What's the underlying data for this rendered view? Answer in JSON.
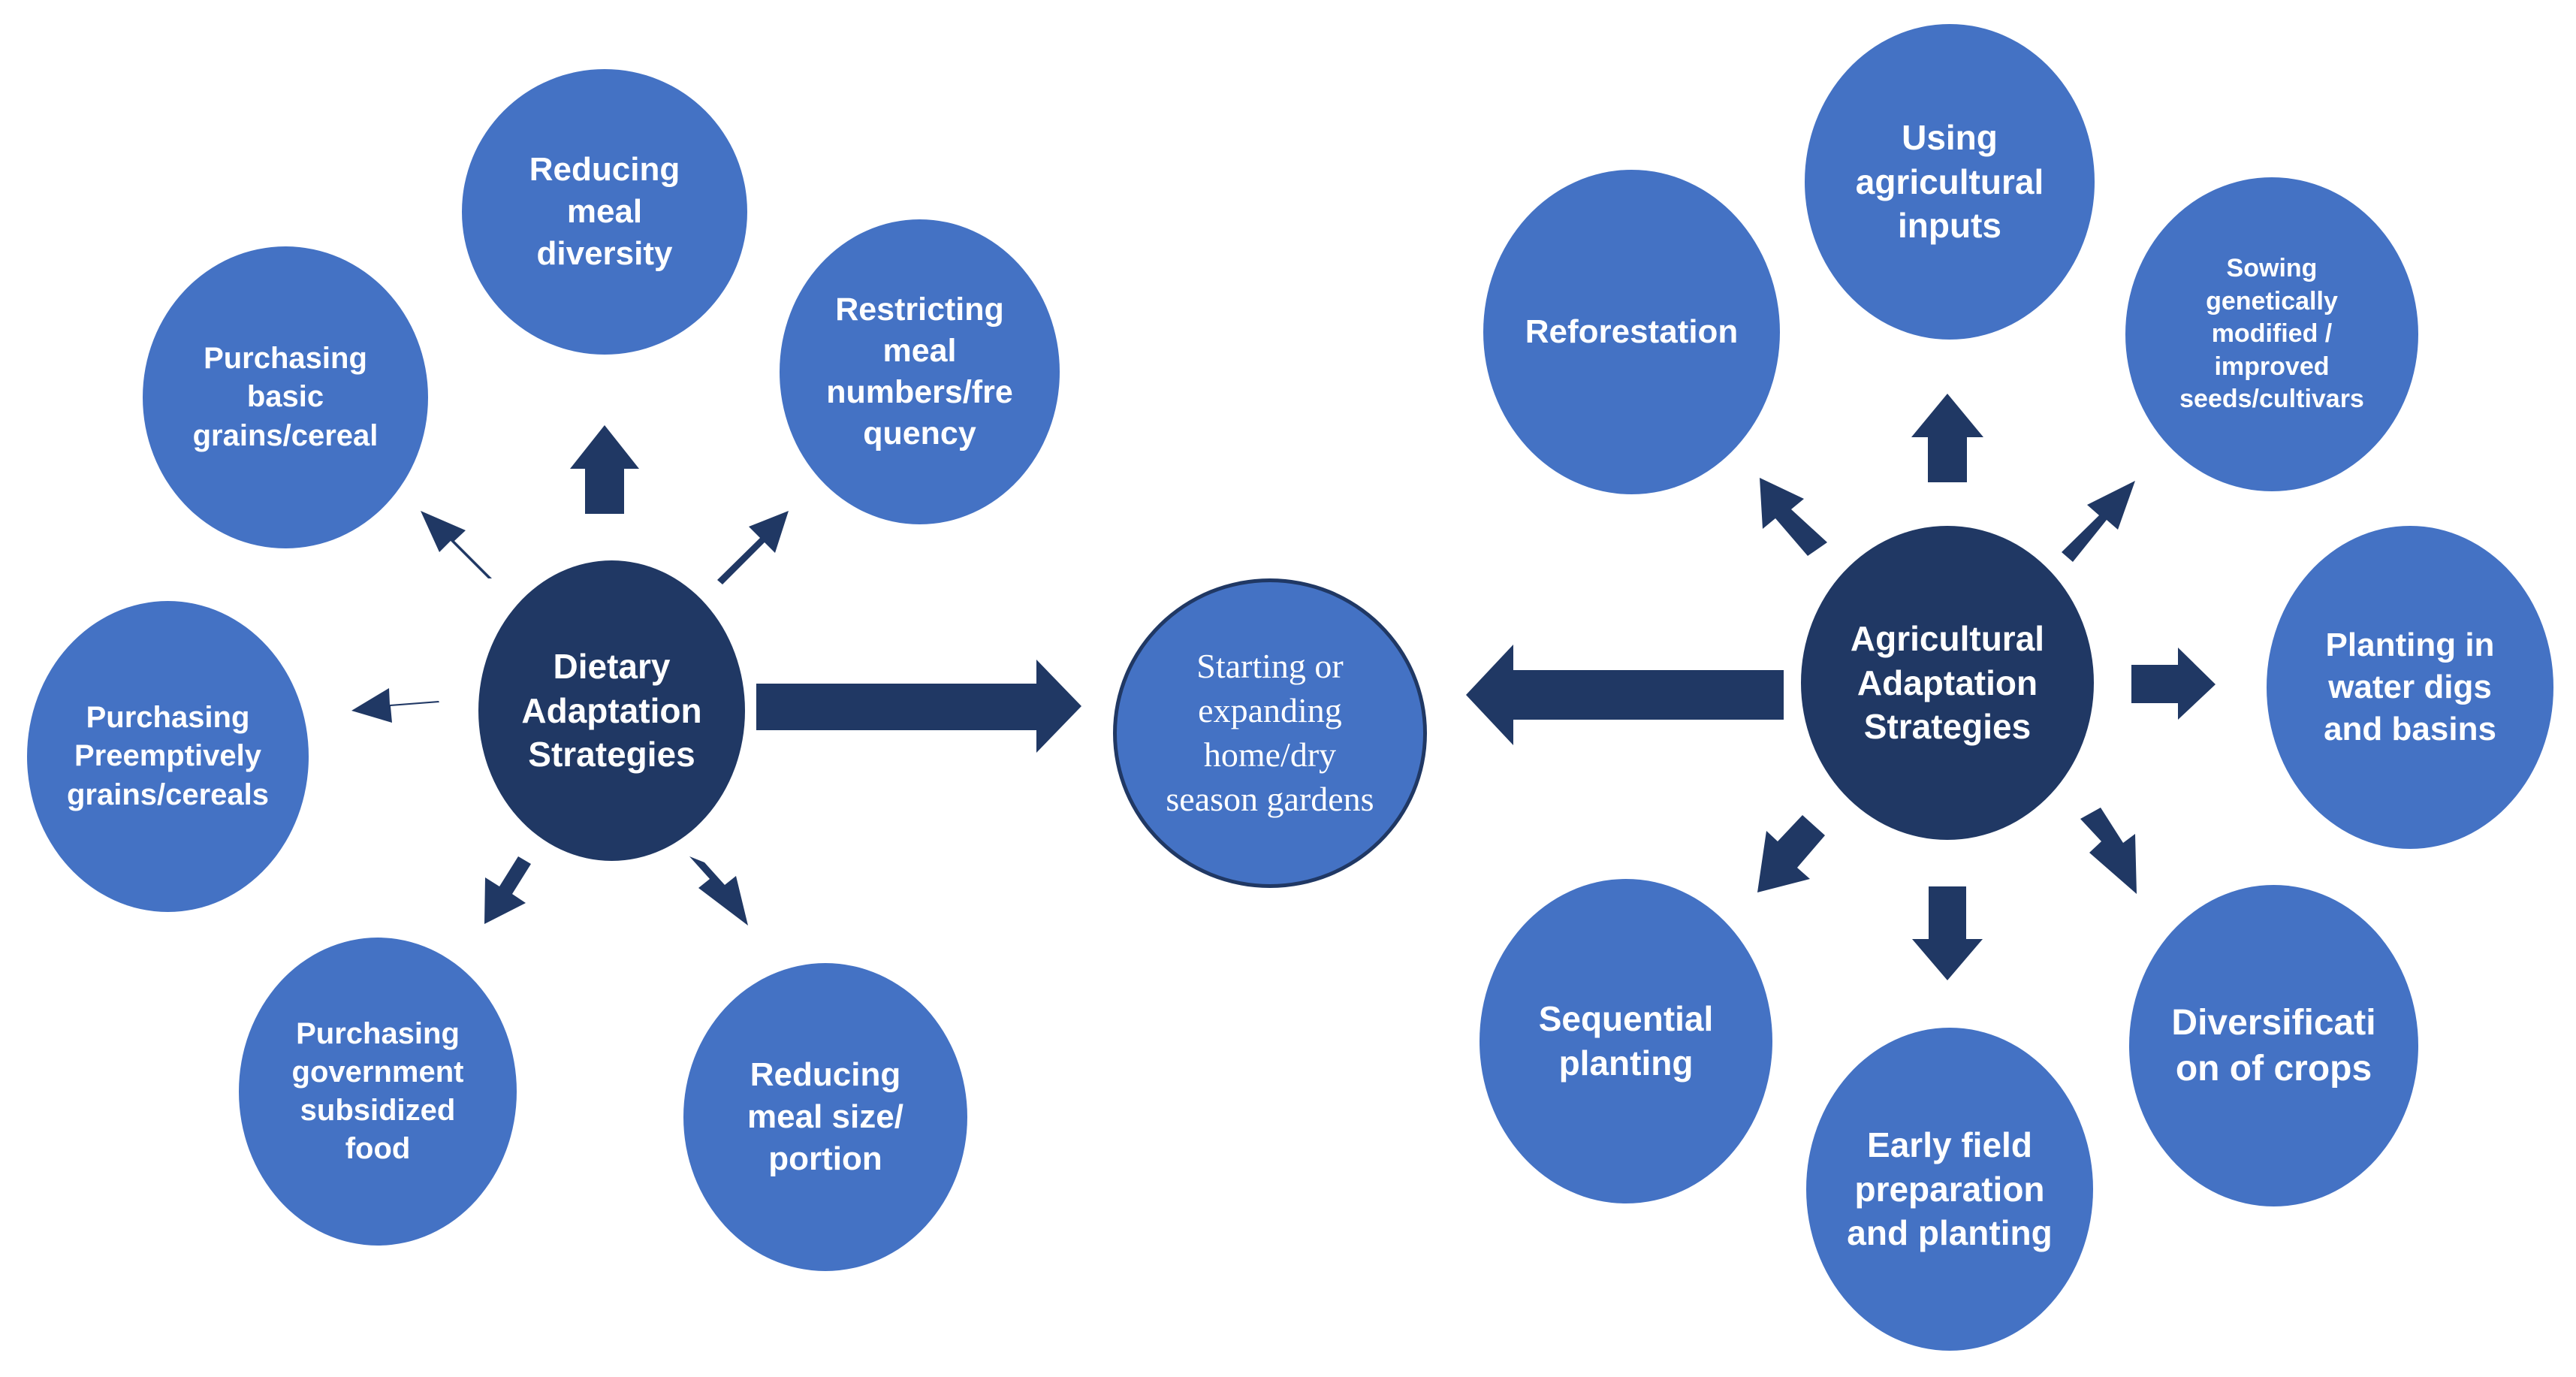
{
  "diagram": {
    "center": {
      "label": "Starting or\nexpanding\nhome/dry\nseason gardens"
    },
    "dietary": {
      "hub": "Dietary\nAdaptation\nStrategies",
      "nodes": {
        "reducing_meal_diversity": "Reducing\nmeal\ndiversity",
        "purchasing_basic_grains": "Purchasing\nbasic\ngrains/cereal",
        "restricting_meal_numbers": "Restricting\nmeal\nnumbers/fre\nquency",
        "purchasing_preemptively": "Purchasing\nPreemptively\ngrains/cereals",
        "purchasing_subsidized_food": "Purchasing\ngovernment\nsubsidized\nfood",
        "reducing_meal_size": "Reducing\nmeal size/\nportion"
      }
    },
    "agricultural": {
      "hub": "Agricultural\nAdaptation\nStrategies",
      "nodes": {
        "reforestation": "Reforestation",
        "using_agricultural_inputs": "Using\nagricultural\ninputs",
        "sowing_gm_seeds": "Sowing\ngenetically\nmodified /\nimproved\nseeds/cultivars",
        "planting_water_digs": "Planting in\nwater digs\nand basins",
        "sequential_planting": "Sequential\nplanting",
        "early_field_preparation": "Early field\npreparation\nand planting",
        "diversification_of_crops": "Diversificati\non of crops"
      }
    },
    "colors": {
      "node_blue": "#4472c4",
      "hub_navy": "#203864",
      "arrow_navy": "#203864"
    }
  }
}
